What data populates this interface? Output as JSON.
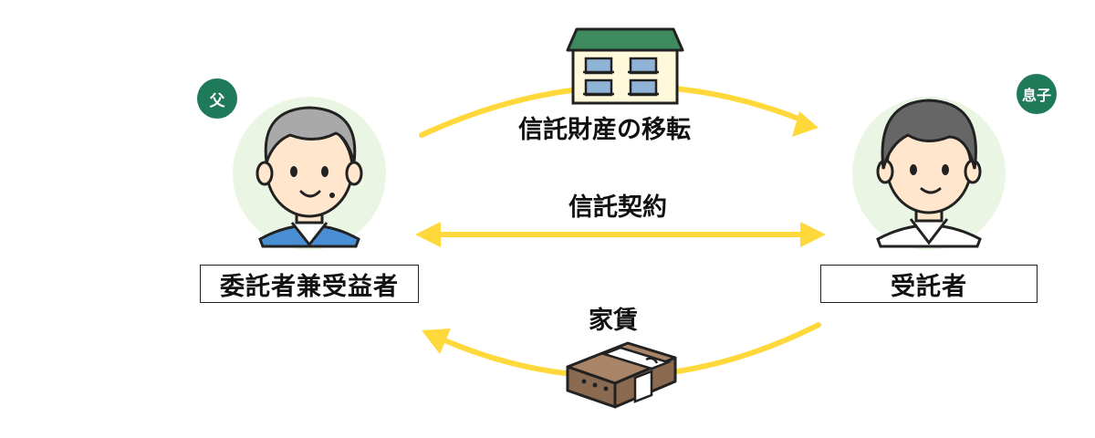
{
  "father": {
    "badge": "父",
    "role": "委託者兼受益者"
  },
  "son": {
    "badge": "息子",
    "role": "受託者"
  },
  "flows": {
    "property_transfer": "信託財産の移転",
    "trust_contract": "信託契約",
    "rent": "家賃"
  },
  "colors": {
    "badge": "#1f7a5a",
    "arrow": "#ffd93b",
    "avatar_bg": "#eaf5e3",
    "building_roof": "#3c8a5e",
    "money": "#8a6a50"
  },
  "icons": [
    "father-avatar-icon",
    "son-avatar-icon",
    "apartment-building-icon",
    "money-bundle-icon"
  ]
}
